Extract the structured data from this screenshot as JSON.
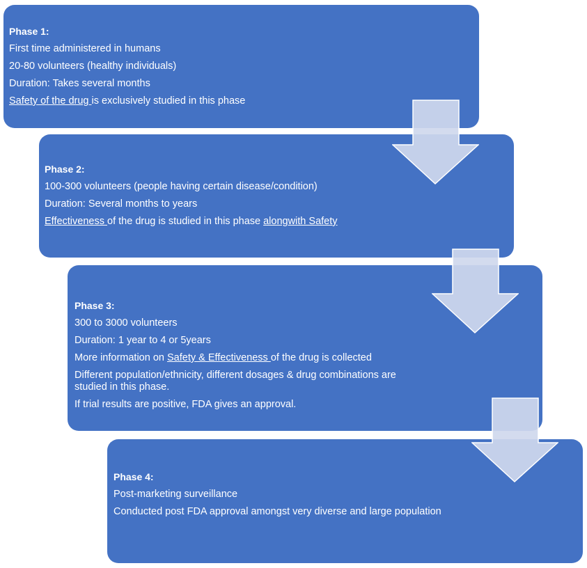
{
  "colors": {
    "box_fill": "#4472c4",
    "arrow_fill": "#cfd8ed",
    "text": "#ffffff"
  },
  "phases": [
    {
      "title": "Phase 1:",
      "lines": [
        "First time administered in humans",
        "20-80 volunteers (healthy individuals)",
        "Duration: Takes several months"
      ],
      "safety_u": "Safety of the drug ",
      "safety_rest": "is exclusively studied in this phase"
    },
    {
      "title": "Phase 2:",
      "lines": [
        "100-300 volunteers (people having certain disease/condition)",
        "Duration: Several months to years"
      ],
      "effect_u": "Effectiveness ",
      "effect_mid": "of the drug is studied in this phase ",
      "effect_u2": "alongwith Safety"
    },
    {
      "title": "Phase 3:",
      "lines": [
        "300 to 3000 volunteers",
        "Duration: 1 year to 4 or 5years"
      ],
      "info_pre": "More information on ",
      "info_u": "Safety & Effectiveness ",
      "info_post": "of the drug is collected",
      "lines2": [
        "Different population/ethnicity, different dosages & drug combinations are studied in this phase.",
        "If trial results are positive, FDA gives an approval."
      ]
    },
    {
      "title": "Phase 4:",
      "lines": [
        "Post-marketing surveillance",
        "Conducted post FDA approval amongst very diverse and large population"
      ]
    }
  ]
}
